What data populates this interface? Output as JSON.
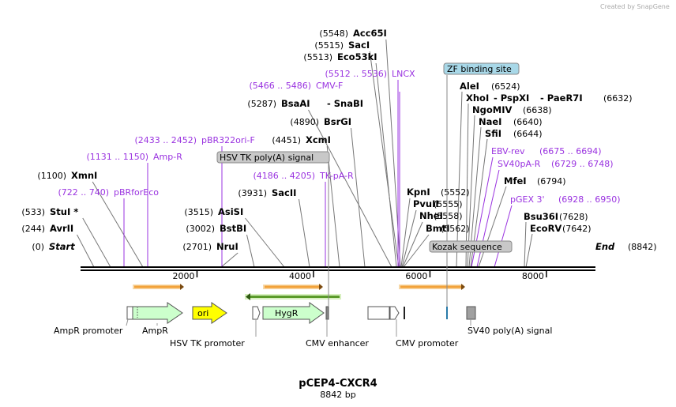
{
  "credit": "Created by SnapGene",
  "title": "pCEP4-CXCR4",
  "length_label": "8842 bp",
  "ticks": [
    {
      "label": "2000",
      "bp": 2000
    },
    {
      "label": "4000",
      "bp": 4000
    },
    {
      "label": "6000",
      "bp": 6000
    },
    {
      "label": "8000",
      "bp": 8000
    }
  ],
  "left_sites": [
    {
      "pos": "(0)",
      "name": "Start",
      "italic": true
    },
    {
      "pos": "(244)",
      "name": "AvrII"
    },
    {
      "pos": "(533)",
      "name": "StuI *"
    },
    {
      "pos": "(1100)",
      "name": "XmnI"
    },
    {
      "pos": "(2701)",
      "name": "NruI"
    },
    {
      "pos": "(3002)",
      "name": "BstBI"
    },
    {
      "pos": "(3515)",
      "name": "AsiSI"
    },
    {
      "pos": "(3931)",
      "name": "SacII"
    },
    {
      "pos": "(4451)",
      "name": "XcmI"
    },
    {
      "pos": "(4890)",
      "name": "BsrGI"
    },
    {
      "pos": "(5287)",
      "name": "BsaAI",
      "name2": "SnaBI"
    },
    {
      "pos": "(5513)",
      "name": "Eco53kI"
    },
    {
      "pos": "(5515)",
      "name": "SacI"
    },
    {
      "pos": "(5548)",
      "name": "Acc65I"
    },
    {
      "pos": "(5552)",
      "name": "KpnI"
    },
    {
      "pos": "(5555)",
      "name": "PvuII"
    },
    {
      "pos": "(5558)",
      "name": "NheI"
    },
    {
      "pos": "(5562)",
      "name": "BmtI"
    }
  ],
  "right_sites": [
    {
      "name": "AleI",
      "pos": "(6524)"
    },
    {
      "name": "XhoI",
      "name2": "PspXI",
      "name3": "PaeR7I",
      "pos": "(6632)"
    },
    {
      "name": "NgoMIV",
      "pos": "(6638)"
    },
    {
      "name": "NaeI",
      "pos": "(6640)"
    },
    {
      "name": "SfiI",
      "pos": "(6644)"
    },
    {
      "name": "MfeI",
      "pos": "(6794)"
    },
    {
      "name": "Bsu36I",
      "pos": "(7628)"
    },
    {
      "name": "EcoRV",
      "pos": "(7642)"
    },
    {
      "name": "End",
      "pos": "(8842)",
      "italic": true
    }
  ],
  "primers": [
    {
      "range": "(722 .. 740)",
      "name": "pBRforEco"
    },
    {
      "range": "(1131 .. 1150)",
      "name": "Amp-R"
    },
    {
      "range": "(2433 .. 2452)",
      "name": "pBR322ori-F"
    },
    {
      "range": "(4186 .. 4205)",
      "name": "TK-pA-R"
    },
    {
      "range": "(5466 .. 5486)",
      "name": "CMV-F"
    },
    {
      "range": "(5512 .. 5536)",
      "name": "LNCX"
    },
    {
      "name": "EBV-rev",
      "range": "(6675 .. 6694)"
    },
    {
      "name": "SV40pA-R",
      "range": "(6729 .. 6748)"
    },
    {
      "name": "pGEX 3'",
      "range": "(6928 .. 6950)"
    }
  ],
  "boxed_labels": [
    "HSV TK poly(A) signal",
    "ZF binding site",
    "Kozak sequence"
  ],
  "features": [
    "AmpR promoter",
    "AmpR",
    "ori",
    "HSV TK promoter",
    "HygR",
    "CMV enhancer",
    "CMV promoter",
    "SV40 poly(A) signal"
  ],
  "colors": {
    "primer": "#9a33e0",
    "ampr": "#ccffcc",
    "ori": "#ffff00",
    "hygr": "#ccffcc",
    "orf": "#f2a23a",
    "orf_green": "#5a9a2a",
    "box_grey": "#c8c8c8",
    "box_blue": "#a8d8e8"
  }
}
